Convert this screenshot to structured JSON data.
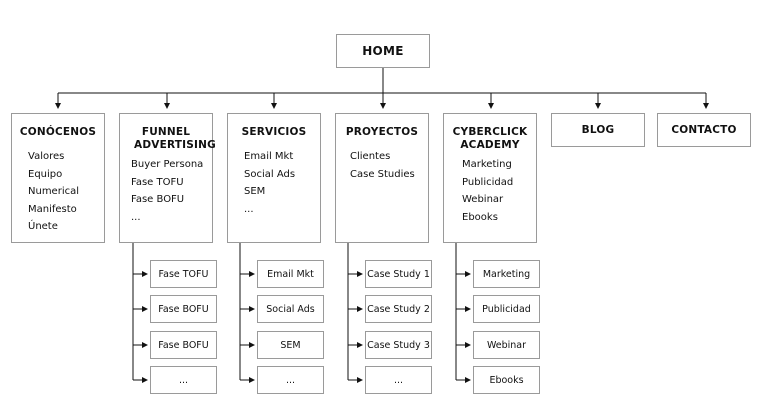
{
  "home": "HOME",
  "columns": [
    {
      "title": "CONÓCENOS",
      "items": [
        "Valores",
        "Equipo",
        "Numerical",
        "Manifesto",
        "Únete"
      ]
    },
    {
      "title": "FUNNEL ADVERTISING",
      "items": [
        "Buyer Persona",
        "Fase TOFU",
        "Fase BOFU",
        "..."
      ]
    },
    {
      "title": "SERVICIOS",
      "items": [
        "Email Mkt",
        "Social Ads",
        "SEM",
        "..."
      ]
    },
    {
      "title": "PROYECTOS",
      "items": [
        "Clientes",
        "Case Studies"
      ]
    },
    {
      "title": "CYBERCLICK ACADEMY",
      "items": [
        "Marketing",
        "Publicidad",
        "Webinar",
        "Ebooks"
      ]
    },
    {
      "title": "BLOG",
      "items": []
    },
    {
      "title": "CONTACTO",
      "items": []
    }
  ],
  "subpages": {
    "funnel": [
      "Fase TOFU",
      "Fase BOFU",
      "Fase BOFU",
      "..."
    ],
    "servicios": [
      "Email Mkt",
      "Social Ads",
      "SEM",
      "..."
    ],
    "proyectos": [
      "Case Study 1",
      "Case Study 2",
      "Case Study 3",
      "..."
    ],
    "academy": [
      "Marketing",
      "Publicidad",
      "Webinar",
      "Ebooks"
    ]
  },
  "colors": {
    "line": "#111111",
    "border": "#9a9a9a"
  }
}
